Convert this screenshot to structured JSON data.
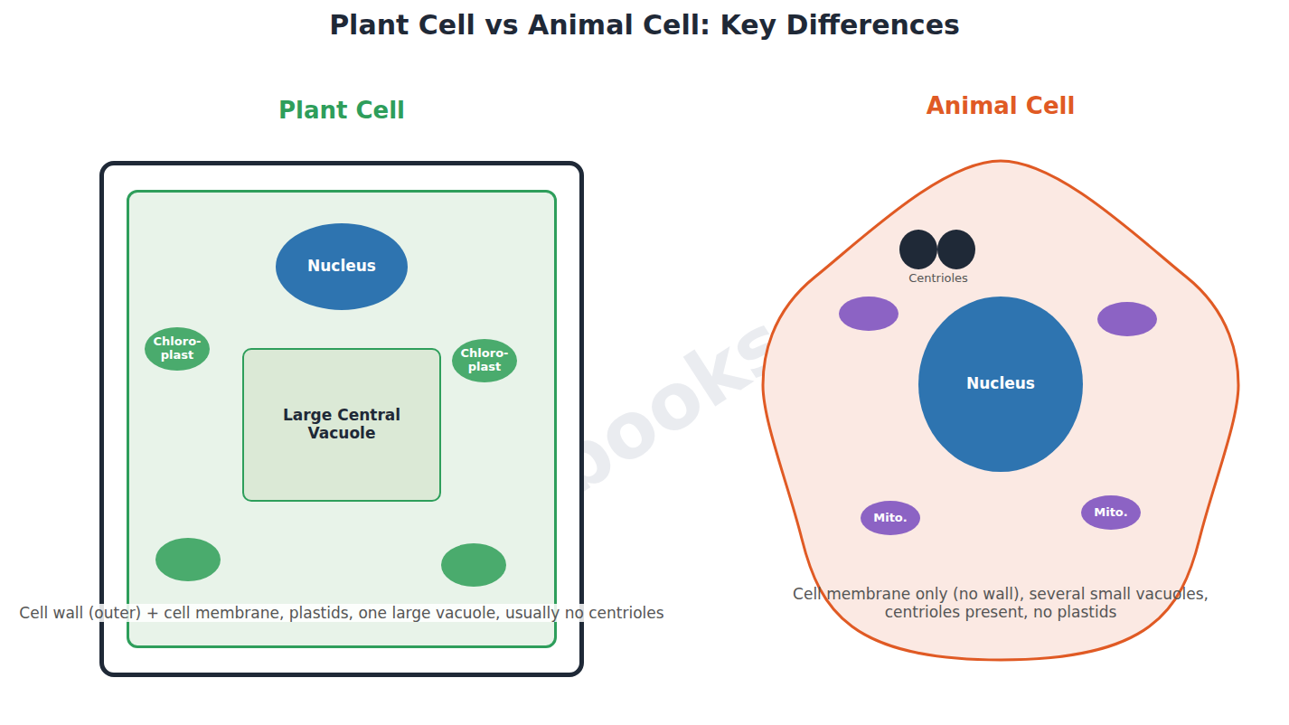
{
  "diagram": {
    "title": "Plant Cell vs Animal Cell: Key Differences",
    "nodes": [
      {
        "text": [
          "Plant Cell"
        ]
      },
      {
        "text": [
          "Nucleus"
        ],
        "in": 0
      },
      {
        "text": [
          "Chloro- plast"
        ],
        "in": 0
      },
      {
        "text": [
          "Chloro- plast"
        ],
        "in": 0
      },
      {
        "text": [
          "Large Central Vacuole"
        ],
        "in": 0
      },
      {
        "text": [
          "Animal Cell",
          "Cell membrane only (no wall), several small vacuoles, centrioles present, no plastids"
        ]
      },
      {
        "text": [
          "Nucleus"
        ],
        "in": 5
      },
      {
        "text": [
          "Mito."
        ],
        "in": 5
      },
      {
        "text": [
          "Mito."
        ],
        "in": 5
      }
    ],
    "labels": [
      "Centrioles",
      "Cell wall (outer) + cell membrane, plastids, one large vacuole, usually no centrioles",
      "freebooks.pk"
    ]
  }
}
